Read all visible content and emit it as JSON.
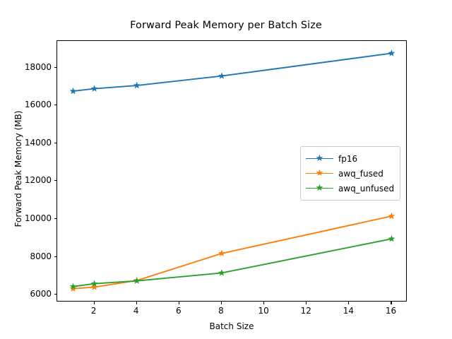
{
  "chart_data": {
    "type": "line",
    "title": "Forward Peak Memory per Batch Size",
    "xlabel": "Batch Size",
    "ylabel": "Forward Peak Memory (MB)",
    "x": [
      1,
      2,
      4,
      8,
      16
    ],
    "xlim": [
      0.25,
      16.75
    ],
    "ylim": [
      5600,
      19400
    ],
    "xticks": [
      2,
      4,
      6,
      8,
      10,
      12,
      14,
      16
    ],
    "xtick_labels": [
      "2",
      "4",
      "6",
      "8",
      "10",
      "12",
      "14",
      "16"
    ],
    "yticks": [
      6000,
      8000,
      10000,
      12000,
      14000,
      16000,
      18000
    ],
    "ytick_labels": [
      "6000",
      "8000",
      "10000",
      "12000",
      "14000",
      "16000",
      "18000"
    ],
    "grid": false,
    "legend_position": "center right",
    "marker": "star",
    "series": [
      {
        "name": "fp16",
        "color": "#1f77b4",
        "values": [
          16750,
          16880,
          17050,
          17550,
          18750
        ]
      },
      {
        "name": "awq_fused",
        "color": "#ff7f0e",
        "values": [
          6320,
          6400,
          6750,
          8180,
          10150
        ]
      },
      {
        "name": "awq_unfused",
        "color": "#2ca02c",
        "values": [
          6430,
          6580,
          6730,
          7150,
          8950
        ]
      }
    ]
  }
}
